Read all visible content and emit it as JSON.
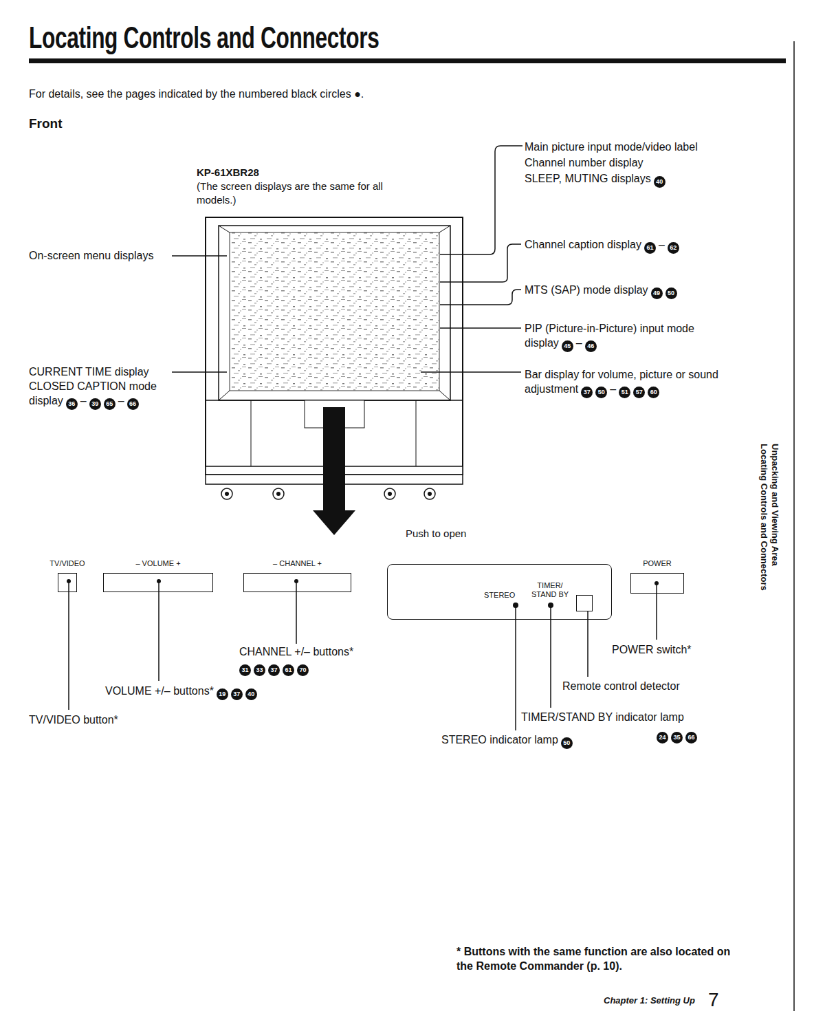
{
  "diagram": {
    "title": "Locating Controls and Connectors",
    "nodes": [
      {
        "text": [
          "TV/VIDEO"
        ]
      },
      {
        "text": [
          "– VOLUME +"
        ]
      },
      {
        "text": [
          "– CHANNEL +"
        ]
      },
      {
        "text": [
          "STEREO",
          "TIMER/ STAND BY"
        ]
      },
      {
        "text": [
          "POWER"
        ]
      }
    ],
    "labels": [
      "For details, see the pages indicated by the numbered black circles ●.",
      "Front",
      "KP-61XBR28",
      "(The screen displays are the same for all models.)",
      "Main picture input mode/video label",
      "Channel number display",
      "SLEEP, MUTING displays",
      "40",
      "On-screen menu displays",
      "Channel caption display",
      "61",
      "–",
      "62",
      "MTS (SAP) mode display",
      "49",
      "50",
      "PIP (Picture-in-Picture) input mode display",
      "45",
      "–",
      "46",
      "CURRENT TIME display",
      "CLOSED CAPTION mode display",
      "36",
      "–",
      "39",
      "65",
      "–",
      "66",
      "Bar display for volume, picture or sound adjustment",
      "37",
      "50",
      "–",
      "51",
      "57",
      "60",
      "Push to open",
      "CHANNEL +/– buttons*",
      "31",
      "33",
      "37",
      "61",
      "70",
      "VOLUME +/– buttons*",
      "19",
      "37",
      "40",
      "TV/VIDEO button*",
      "POWER switch*",
      "Remote control detector",
      "TIMER/STAND BY indicator lamp",
      "24",
      "35",
      "66",
      "STEREO indicator lamp",
      "50",
      "* Buttons with the same function are also located on the Remote Commander (p. 10).",
      "Chapter 1: Setting Up",
      "7",
      "Unpacking and Viewing Area",
      "Locating Controls and Connectors"
    ]
  }
}
